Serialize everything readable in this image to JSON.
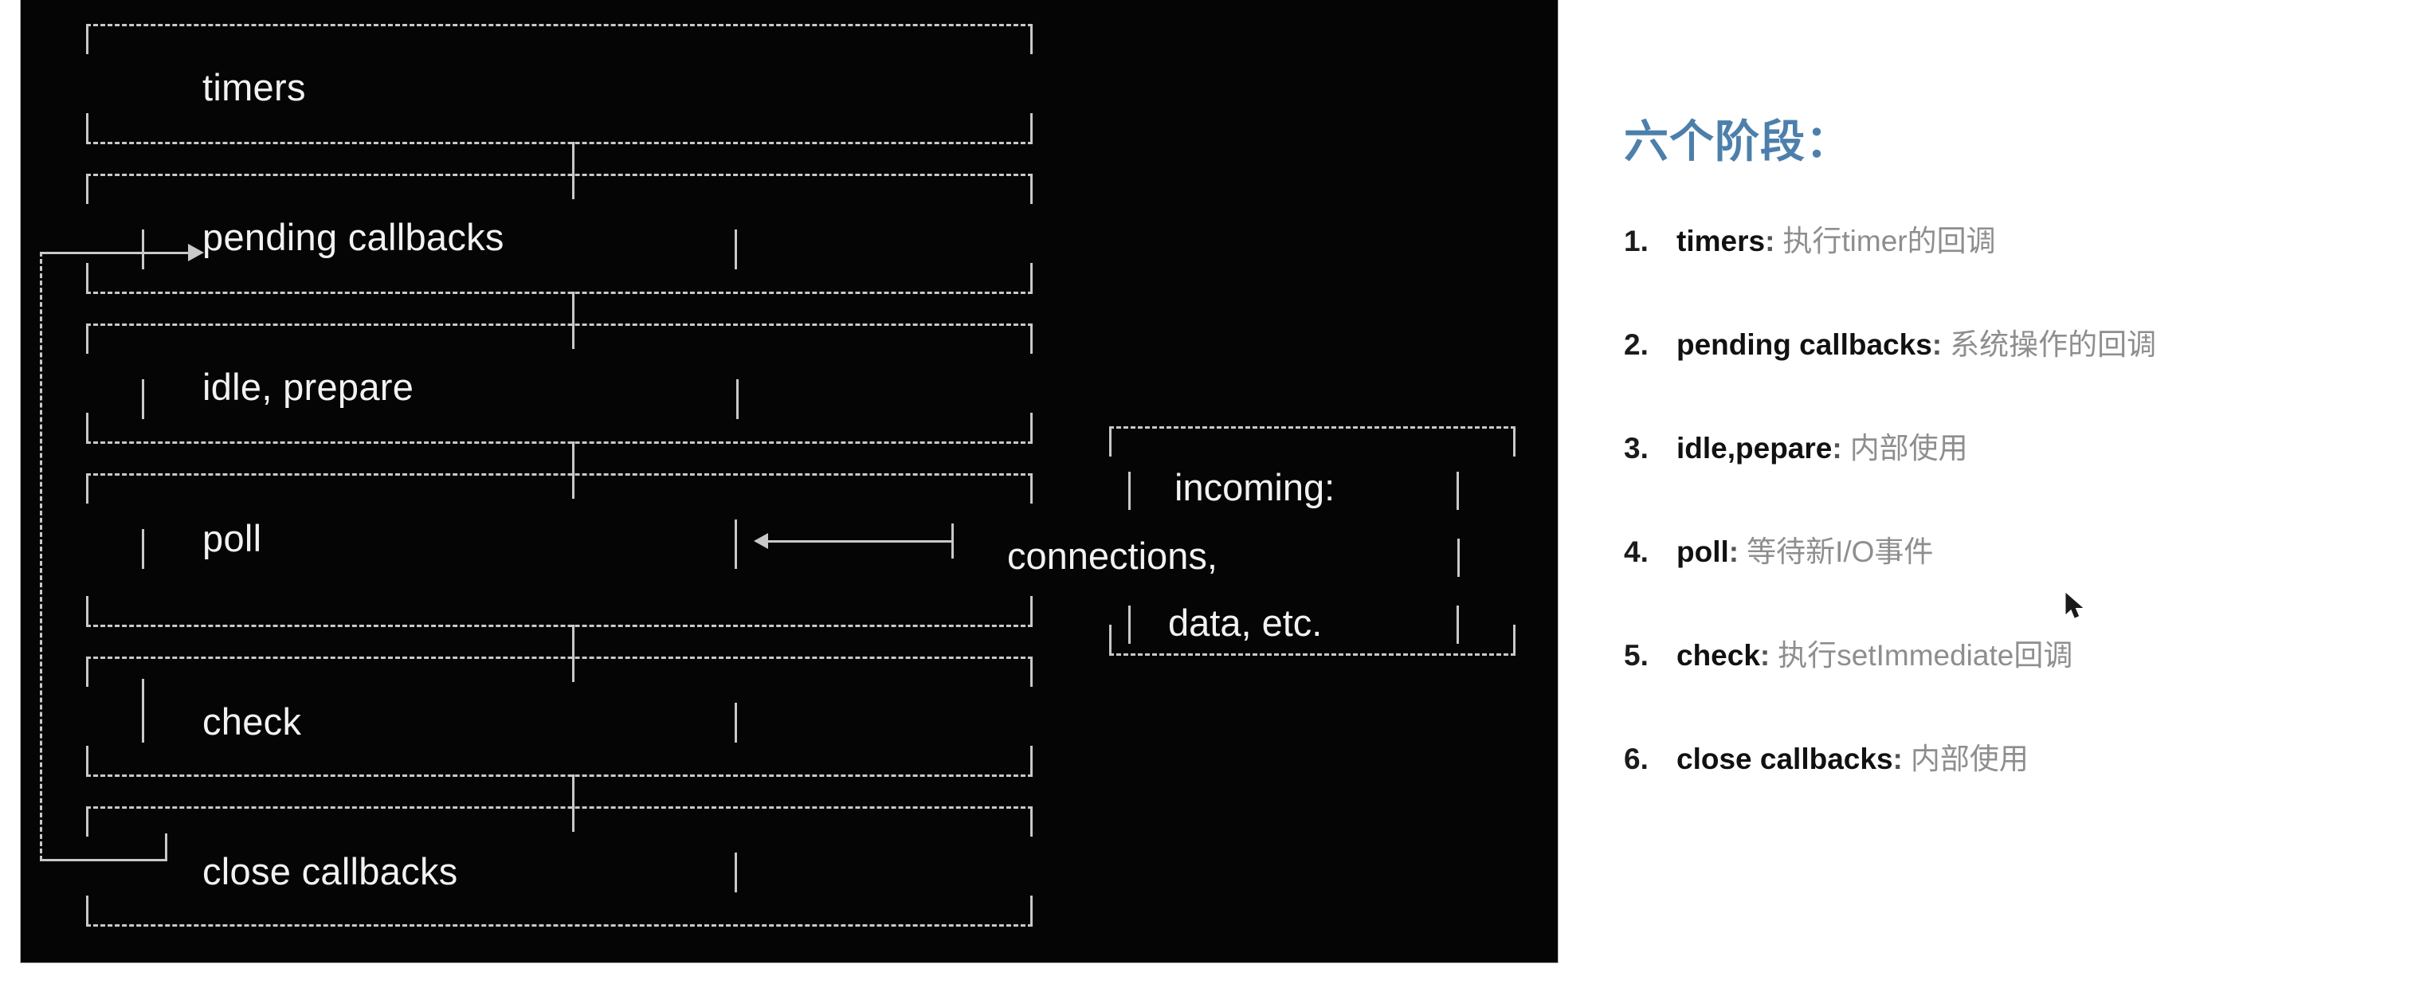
{
  "diagram": {
    "title": "node.js event loop phases",
    "phases": [
      {
        "name": "timers",
        "label": "timers"
      },
      {
        "name": "pending-callbacks",
        "label": "pending callbacks"
      },
      {
        "name": "idle-prepare",
        "label": "idle, prepare"
      },
      {
        "name": "poll",
        "label": "poll"
      },
      {
        "name": "check",
        "label": "check"
      },
      {
        "name": "close-callbacks",
        "label": "close callbacks"
      }
    ],
    "io_box": {
      "line1": "incoming:",
      "line2": "connections,",
      "line3": "data, etc."
    },
    "colors": {
      "panel_background": "#050505",
      "line": "#c9c9c9",
      "text": "#f2f2f2"
    }
  },
  "notes": {
    "title": "六个阶段：",
    "items": [
      {
        "num": "1.",
        "term": "timers",
        "colon": ":",
        "desc": "执行timer的回调"
      },
      {
        "num": "2.",
        "term": "pending callbacks",
        "colon": ":",
        "desc": "系统操作的回调"
      },
      {
        "num": "3.",
        "term": "idle,pepare",
        "colon": ":",
        "desc": "内部使用"
      },
      {
        "num": "4.",
        "term": "poll",
        "colon": ":",
        "desc": "等待新I/O事件"
      },
      {
        "num": "5.",
        "term": "check",
        "colon": ":",
        "desc": "执行setImmediate回调"
      },
      {
        "num": "6.",
        "term": "close callbacks",
        "colon": ":",
        "desc": "内部使用"
      }
    ],
    "colors": {
      "title": "#4d7fab",
      "term": "#111111",
      "desc": "#8e8e8e"
    }
  },
  "cursor": {
    "name": "mouse-pointer"
  }
}
